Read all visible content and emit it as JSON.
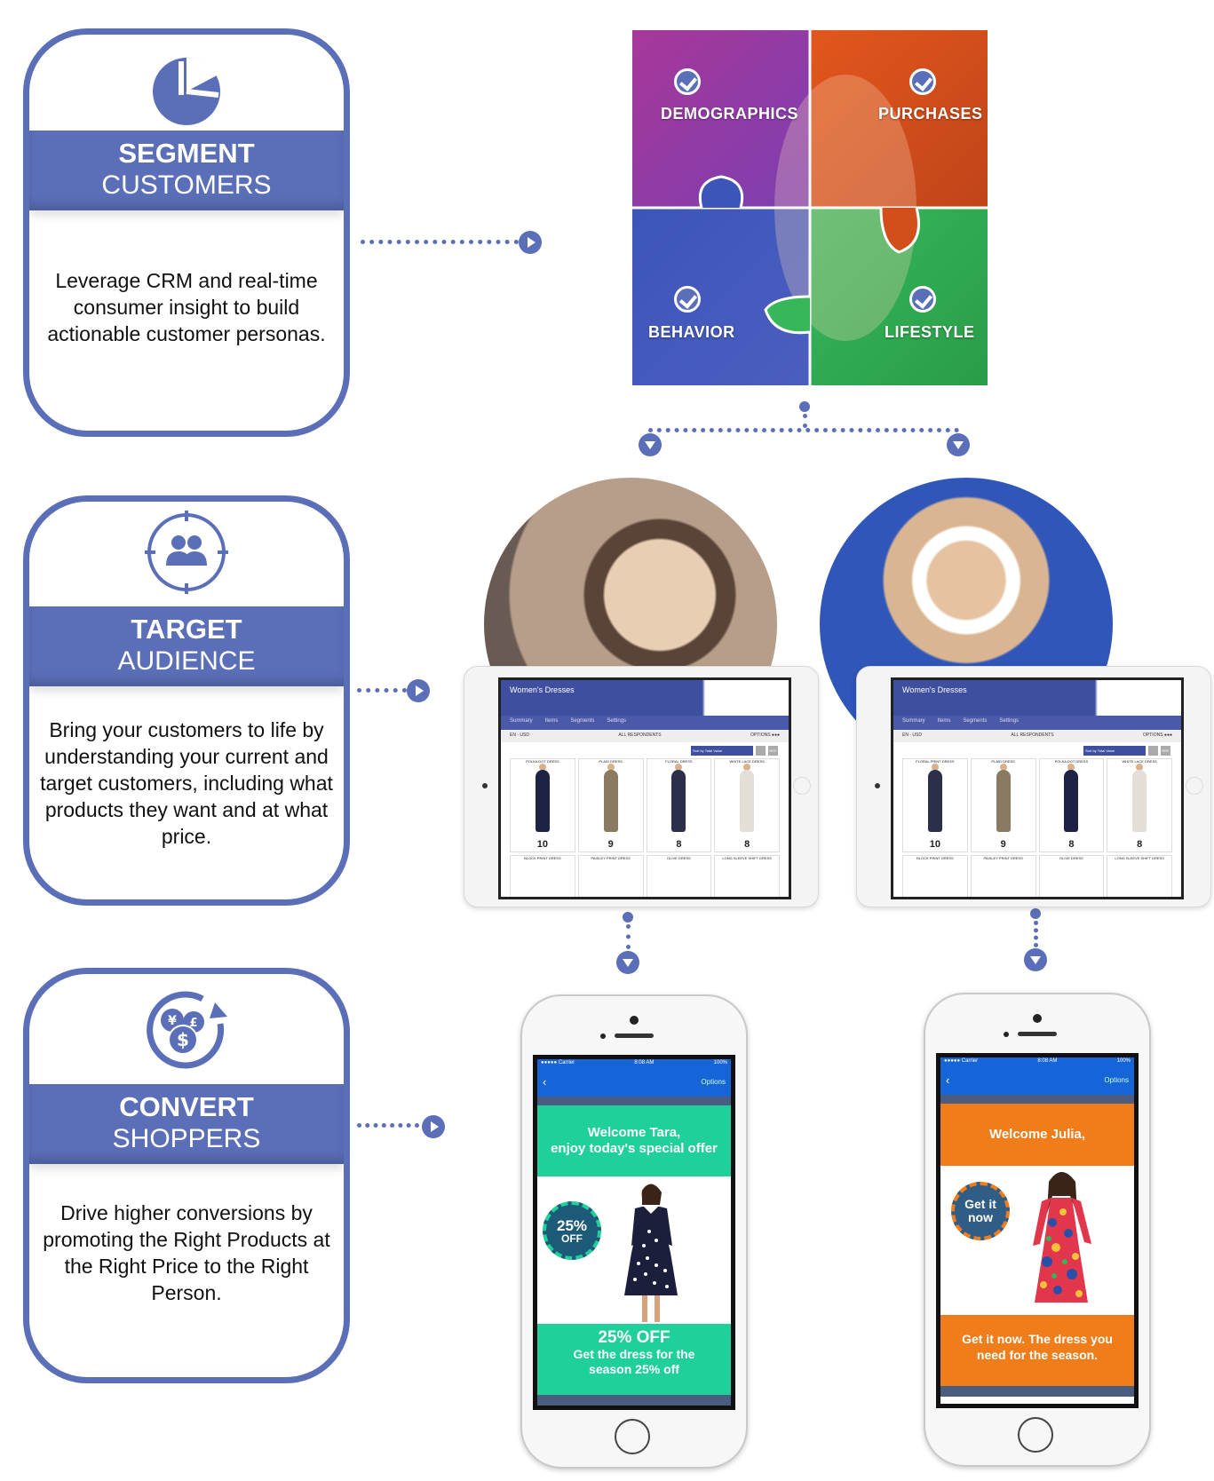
{
  "cards": [
    {
      "title": "SEGMENT",
      "subtitle": "CUSTOMERS",
      "description": "Leverage CRM and real-time consumer insight to build actionable customer personas.",
      "icon": "pie-chart-icon"
    },
    {
      "title": "TARGET",
      "subtitle": "AUDIENCE",
      "description": "Bring your customers to life by understanding your current and target customers, including what products they want and at what price.",
      "icon": "target-audience-icon"
    },
    {
      "title": "CONVERT",
      "subtitle": "SHOPPERS",
      "description": "Drive higher conversions by promoting the Right Products at the Right Price to the Right Person.",
      "icon": "currency-cycle-icon"
    }
  ],
  "puzzle": {
    "demographics": "DEMOGRAPHICS",
    "purchases": "PURCHASES",
    "behavior": "BEHAVIOR",
    "lifestyle": "LIFESTYLE"
  },
  "tablet": {
    "title": "Women's Dresses",
    "nav": [
      "Summary",
      "Items",
      "Segments",
      "Settings"
    ],
    "locale": "EN - USD",
    "respondents": "ALL RESPONDENTS",
    "options": "OPTIONS ●●●",
    "sort": "Sort by Total Value",
    "ref": "REF"
  },
  "tablet_left": {
    "items": [
      {
        "name": "POLKA DOT DRESS",
        "count": "10"
      },
      {
        "name": "PLAID DRESS",
        "count": "9"
      },
      {
        "name": "FLORAL DRESS",
        "count": "8"
      },
      {
        "name": "WHITE LACE DRESS",
        "count": "8"
      }
    ],
    "row2": [
      "BLOCK PRINT DRESS",
      "PAISLEY PRINT DRESS",
      "OLIVE DRESS",
      "LONG SLEEVE SHIFT DRESS"
    ]
  },
  "tablet_right": {
    "items": [
      {
        "name": "FLORAL PRINT DRESS",
        "count": "10"
      },
      {
        "name": "PLAID DRESS",
        "count": "9"
      },
      {
        "name": "POLKA DOT DRESS",
        "count": "8"
      },
      {
        "name": "WHITE LACE DRESS",
        "count": "8"
      }
    ],
    "row2": [
      "BLOCK PRINT DRESS",
      "PAISLEY PRINT DRESS",
      "OLIVE DRESS",
      "LONG SLEEVE SHIFT DRESS"
    ]
  },
  "phone_status": {
    "carrier": "●●●●● Carrier",
    "time": "8:08 AM",
    "battery": "100%",
    "options": "Options"
  },
  "phone_left": {
    "welcome_1": "Welcome Tara,",
    "welcome_2": "enjoy today's special offer",
    "badge_1": "25%",
    "badge_2": "OFF",
    "foot_1": "25% OFF",
    "foot_2": "Get the dress for the",
    "foot_3": "season 25% off"
  },
  "phone_right": {
    "welcome": "Welcome Julia,",
    "badge_1": "Get it",
    "badge_2": "now",
    "foot_1": "Get it now. The dress you",
    "foot_2": "need for the season."
  },
  "colors": {
    "accent": "#5b6fb8",
    "teal": "#1fd09a",
    "orange": "#f07d1a",
    "blue": "#1565d8"
  }
}
